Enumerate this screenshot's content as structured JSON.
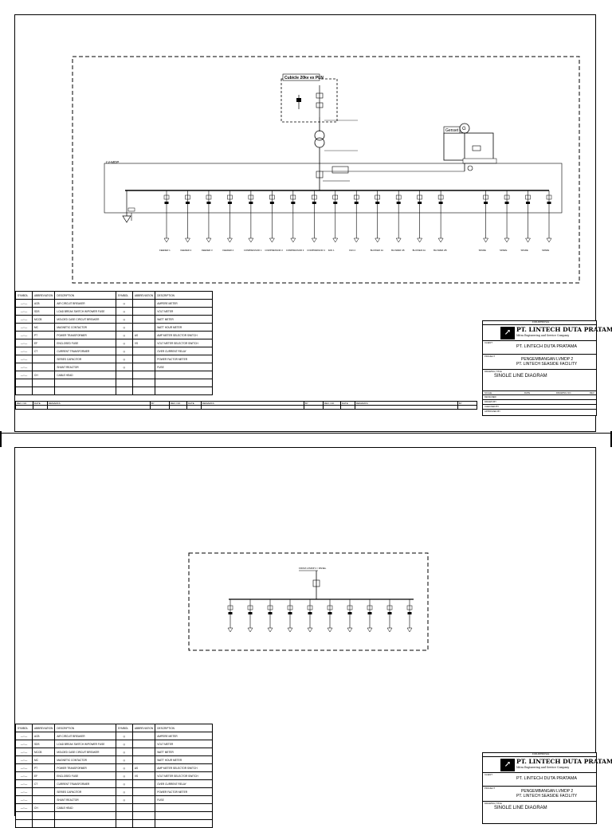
{
  "sheets": [
    {
      "diagram": {
        "cubicle_title": "Cubicle 20kv ex PLN",
        "feeder_labels": [
          "FEEDER 1",
          "FEEDER 2",
          "FEEDER 3",
          "FEEDER 4",
          "COMPRESSOR 1",
          "COMPRESSOR 2",
          "COMPRESSOR 3",
          "COMPRESSOR 4",
          "FAN 1",
          "FAN 2",
          "BLOWER 1A",
          "BLOWER 1B",
          "BLOWER 2A",
          "BLOWER 2B",
          "SPARE",
          "SPARE",
          "SPARE",
          "SPARE"
        ],
        "genset_label": "Genset",
        "lvmdp_label": "LV-MDP"
      },
      "title_block": {
        "for_approval": "FOR APPROVAL",
        "company": "PT. LINTECH DUTA PRATAMA",
        "tagline": "Mitra Engineering and Service Company",
        "client_label": "CLIENT",
        "client": "PT. LINTECH DUTA PRATAMA",
        "project_label": "PROJECT",
        "project_line1": "PENGEMBANGAN LVMDP 2",
        "project_line2": "PT. LINTECH SEASIDE FACILITY",
        "drawing_title_label": "DRAWING TITLE",
        "drawing_title": "SINGLE LINE DIAGRAM"
      }
    },
    {
      "diagram": {
        "incoming_label": "FROM LVMDP 2 / PANEL",
        "feeder_count": 10
      },
      "title_block": {
        "for_approval": "FOR APPROVAL",
        "company": "PT. LINTECH DUTA PRATAMA",
        "tagline": "Mitra Engineering and Service Company",
        "client_label": "CLIENT",
        "client": "PT. LINTECH DUTA PRATAMA",
        "project_label": "PROJECT",
        "project_line1": "PENGEMBANGAN LVMDP 2",
        "project_line2": "PT. LINTECH SEASIDE FACILITY",
        "drawing_title_label": "DRAWING TITLE",
        "drawing_title": "SINGLE LINE DIAGRAM"
      }
    }
  ],
  "legend": {
    "headers": [
      "SYMBOL",
      "ABBREVIATION",
      "DESCRIPTION",
      "SYMBOL",
      "ABBREVIATION",
      "DESCRIPTION"
    ],
    "left": [
      {
        "abbr": "ACB",
        "desc": "AIR CIRCUIT BREAKER"
      },
      {
        "abbr": "SDS",
        "desc": "LOAD BREAK SWITCH W/POWER FUSE"
      },
      {
        "abbr": "MCCB",
        "desc": "MOLDED CASE CIRCUIT BREAKER"
      },
      {
        "abbr": "MC",
        "desc": "MAGNETIC CONTACTOR"
      },
      {
        "abbr": "PT",
        "desc": "POWER TRANSFORMER"
      },
      {
        "abbr": "EF",
        "desc": "ENCLOSED FUSE"
      },
      {
        "abbr": "CT",
        "desc": "CURRENT TRANSFORMER"
      },
      {
        "abbr": "",
        "desc": "SERIES CAPACITOR"
      },
      {
        "abbr": "",
        "desc": "SHUNT REACTOR"
      },
      {
        "abbr": "CH",
        "desc": "CABLE HEAD"
      }
    ],
    "right": [
      {
        "abbr": "",
        "desc": "AMPERE METER"
      },
      {
        "abbr": "",
        "desc": "VOLT METER"
      },
      {
        "abbr": "",
        "desc": "WATT METER"
      },
      {
        "abbr": "",
        "desc": "WATT HOUR METER"
      },
      {
        "abbr": "AS",
        "desc": "AMP METER SELECTOR SWITCH"
      },
      {
        "abbr": "VS",
        "desc": "VOLT METER SELECTOR SWITCH"
      },
      {
        "abbr": "",
        "desc": "OVER CURRENT RELAY"
      },
      {
        "abbr": "",
        "desc": "POWER FACTOR METER"
      },
      {
        "abbr": "",
        "desc": "FUSE"
      }
    ]
  },
  "revision_headers": [
    "REV. NO.",
    "DATE",
    "REMARKS",
    "BY",
    "REV. NO.",
    "DATE",
    "REMARKS",
    "BY",
    "REV. NO.",
    "DATE",
    "REMARKS",
    "BY"
  ],
  "title_block_fields": [
    "SCALE",
    "DATE",
    "DRAWING NO.",
    "REV.",
    "DESIGNED",
    "DRAWN BY",
    "CHECKED BY",
    "APPROVED BY"
  ]
}
